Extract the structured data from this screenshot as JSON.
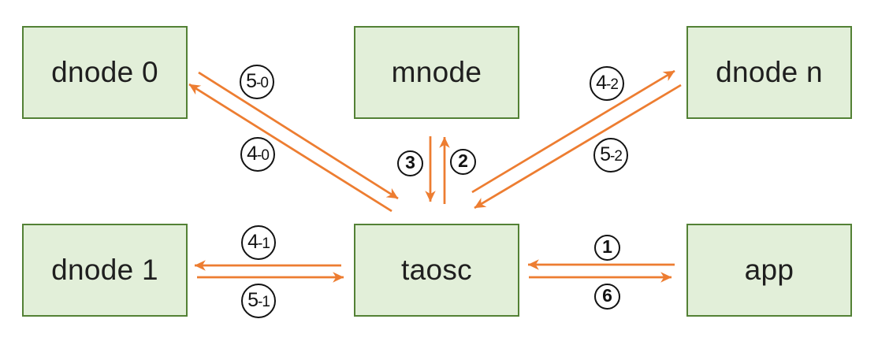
{
  "diagram": {
    "title_hint": "taosc message flow diagram",
    "colors": {
      "background": "#ffffff",
      "node_fill": "#e2efd9",
      "node_border": "#538135",
      "arrow": "#ed7d31",
      "badge_border": "#121212",
      "text": "#1f1f1f"
    },
    "nodes": {
      "dnode0": {
        "label": "dnode 0"
      },
      "mnode": {
        "label": "mnode"
      },
      "dnoden": {
        "label": "dnode n"
      },
      "dnode1": {
        "label": "dnode 1"
      },
      "taosc": {
        "label": "taosc"
      },
      "app": {
        "label": "app"
      }
    },
    "steps": {
      "s1": {
        "main": "1",
        "suffix": "",
        "from": "app",
        "to": "taosc"
      },
      "s2": {
        "main": "2",
        "suffix": "",
        "from": "taosc",
        "to": "mnode"
      },
      "s3": {
        "main": "3",
        "suffix": "",
        "from": "mnode",
        "to": "taosc"
      },
      "s40": {
        "main": "4",
        "suffix": "-0",
        "from": "taosc",
        "to": "dnode0"
      },
      "s50": {
        "main": "5",
        "suffix": "-0",
        "from": "dnode0",
        "to": "taosc"
      },
      "s41": {
        "main": "4",
        "suffix": "-1",
        "from": "taosc",
        "to": "dnode1"
      },
      "s51": {
        "main": "5",
        "suffix": "-1",
        "from": "dnode1",
        "to": "taosc"
      },
      "s42": {
        "main": "4",
        "suffix": "-2",
        "from": "taosc",
        "to": "dnoden"
      },
      "s52": {
        "main": "5",
        "suffix": "-2",
        "from": "dnoden",
        "to": "taosc"
      },
      "s6": {
        "main": "6",
        "suffix": "",
        "from": "taosc",
        "to": "app"
      }
    }
  }
}
